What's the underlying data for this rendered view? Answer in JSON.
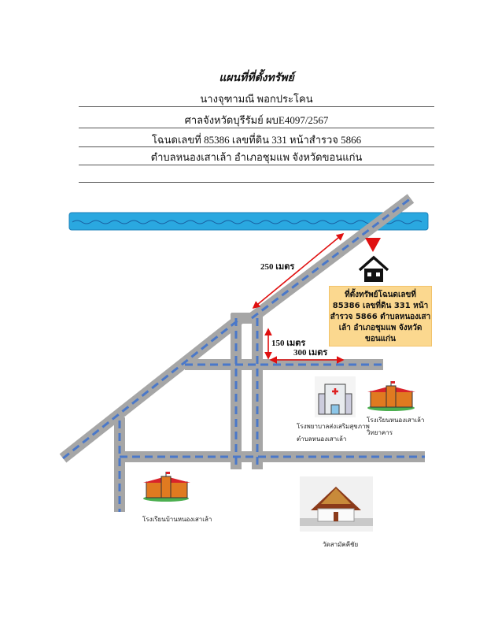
{
  "header": {
    "title": "แผนที่ที่ตั้งทรัพย์",
    "owner": "นางจุฑามณี พอกประโคน",
    "case": "ศาลจังหวัดบุรีรัมย์ ผบE4097/2567",
    "deed": "โฉนดเลขที่ 85386 เลขที่ดิน 331 หน้าสำรวจ 5866",
    "location": "ตำบลหนองเสาเล้า อำเภอชุมแพ จังหวัดขอนแก่น"
  },
  "map": {
    "distances": {
      "d250": "250 เมตร",
      "d150": "150 เมตร",
      "d300": "300 เมตร"
    },
    "property_label": "ที่ตั้งทรัพย์โฉนดเลขที่ 85386 เลขที่ดิน 331 หน้าสำรวจ 5866 ตำบลหนองเสาเล้า อำเภอชุมแพ จังหวัดขอนแก่น",
    "landmarks": {
      "hospital": [
        "โรงพยาบาลส่งเสริมสุขภาพ",
        "ตำบลหนองเสาเล้า"
      ],
      "school1": [
        "โรงเรียนหนองเสาเล้า",
        "วิทยาคาร"
      ],
      "school2": "โรงเรียนบ้านหนองเสาเล้า",
      "temple": "วัดสามัคคีชัย"
    },
    "colors": {
      "road": "#a6a6a6",
      "dash": "#4a78c9",
      "river": "#2aa8e0",
      "arrow": "#e01010",
      "box": "#fbd88f"
    }
  }
}
